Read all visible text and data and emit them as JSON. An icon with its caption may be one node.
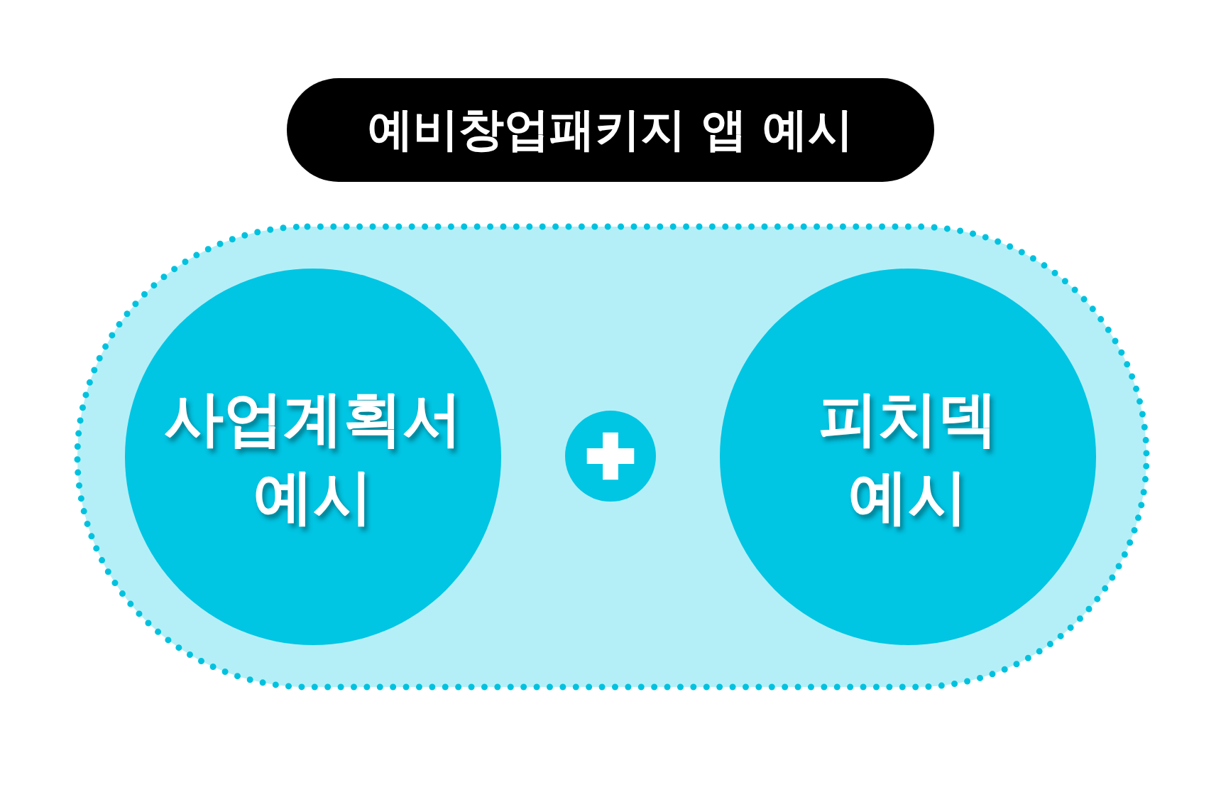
{
  "diagram": {
    "title": "예비창업패키지 앱 예시",
    "nodes": [
      {
        "text": [],
        "shape": "band"
      },
      {
        "text": [
          "사업계획서 예시"
        ],
        "in": 0
      },
      {
        "text": [],
        "shape": "circle",
        "in": 0
      },
      {
        "text": [
          "피치덱 예시"
        ],
        "in": 0
      }
    ]
  }
}
